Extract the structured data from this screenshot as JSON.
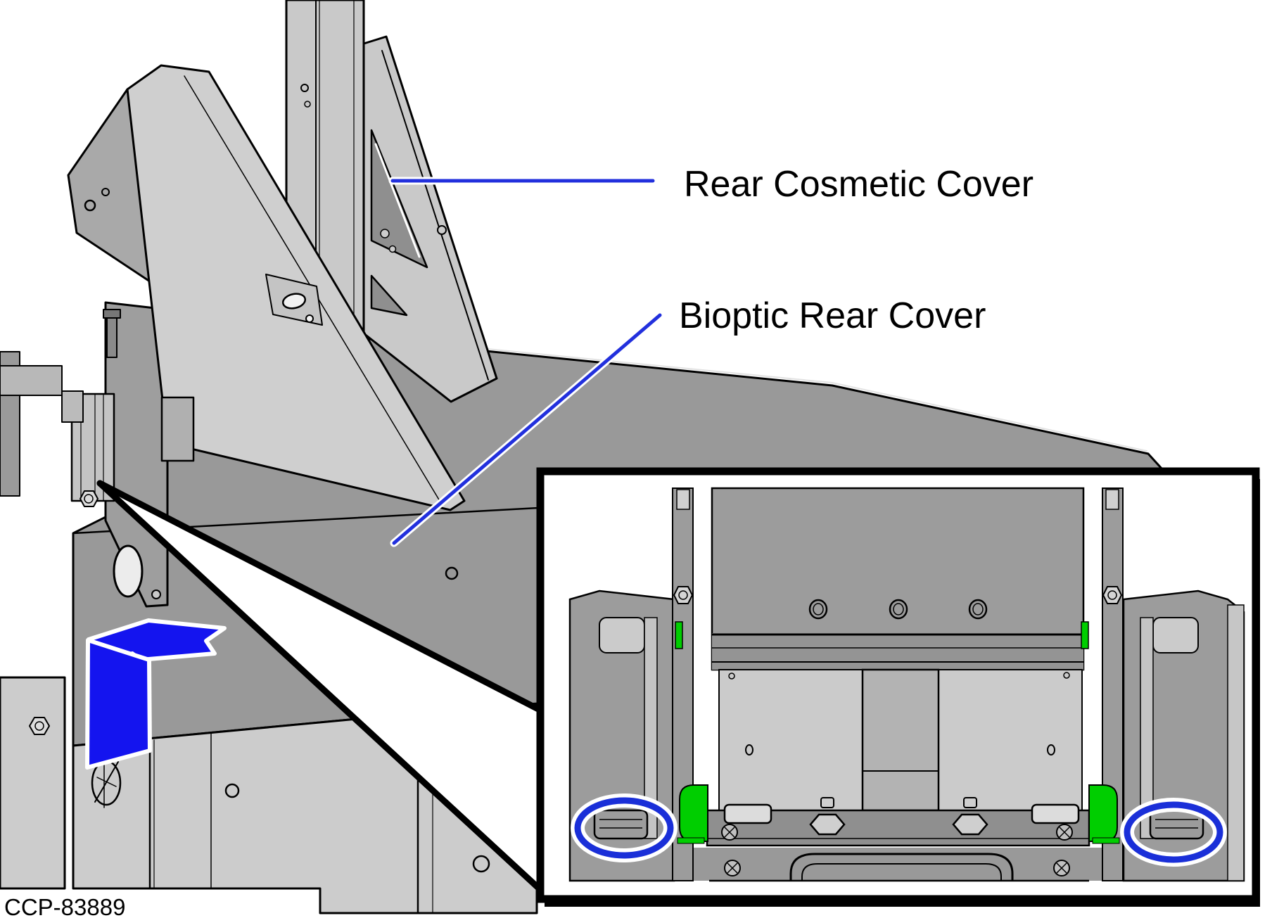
{
  "figure": {
    "drawing_id": "CCP-83889",
    "callouts": {
      "rear_cosmetic_cover": {
        "label": "Rear Cosmetic Cover"
      },
      "bioptic_rear_cover": {
        "label": "Bioptic Rear Cover"
      }
    },
    "annotations": {
      "direction_arrow_icon": "bent-arrow-left-icon",
      "detail_inset": {
        "type": "magnified-detail-box",
        "highlight_ellipse_count": 2,
        "highlighted_parts": "latch tabs and green release clips"
      }
    },
    "colors": {
      "leader_blue": "#2230dd",
      "arrow_blue": "#1414ef",
      "ellipse_blue": "#1a2fd8",
      "highlight_green": "#00ce00",
      "panel_gray": "#999999",
      "panel_light": "#cccccc",
      "outline": "#000000",
      "background": "#ffffff"
    }
  }
}
